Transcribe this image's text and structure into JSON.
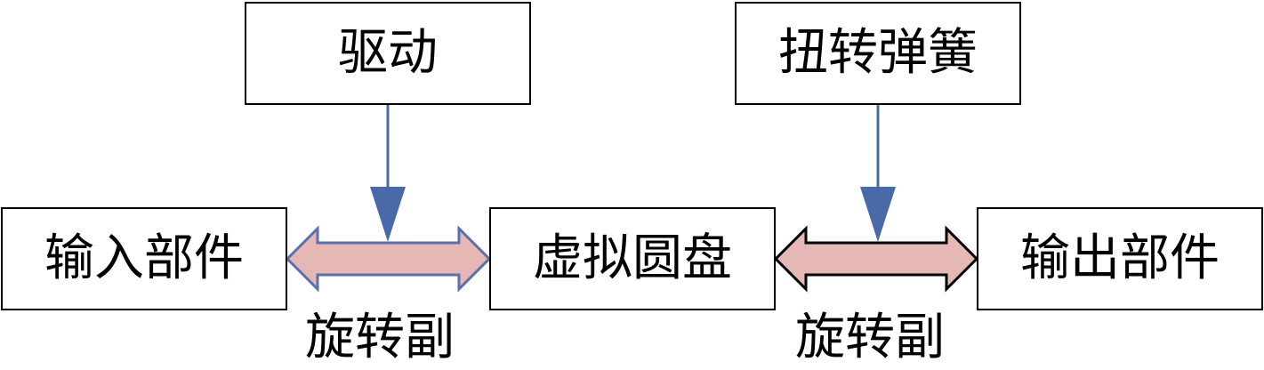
{
  "boxes": {
    "drive": "驱动",
    "torsion_spring": "扭转弹簧",
    "input_part": "输入部件",
    "virtual_disc": "虚拟圆盘",
    "output_part": "输出部件"
  },
  "joints": {
    "left": "旋转副",
    "right": "旋转副"
  },
  "colors": {
    "arrow_blue": "#4a69a8",
    "double_arrow_fill": "#e5b8b5",
    "left_arrow_stroke": "#5a6fae",
    "right_arrow_stroke": "#000000"
  }
}
